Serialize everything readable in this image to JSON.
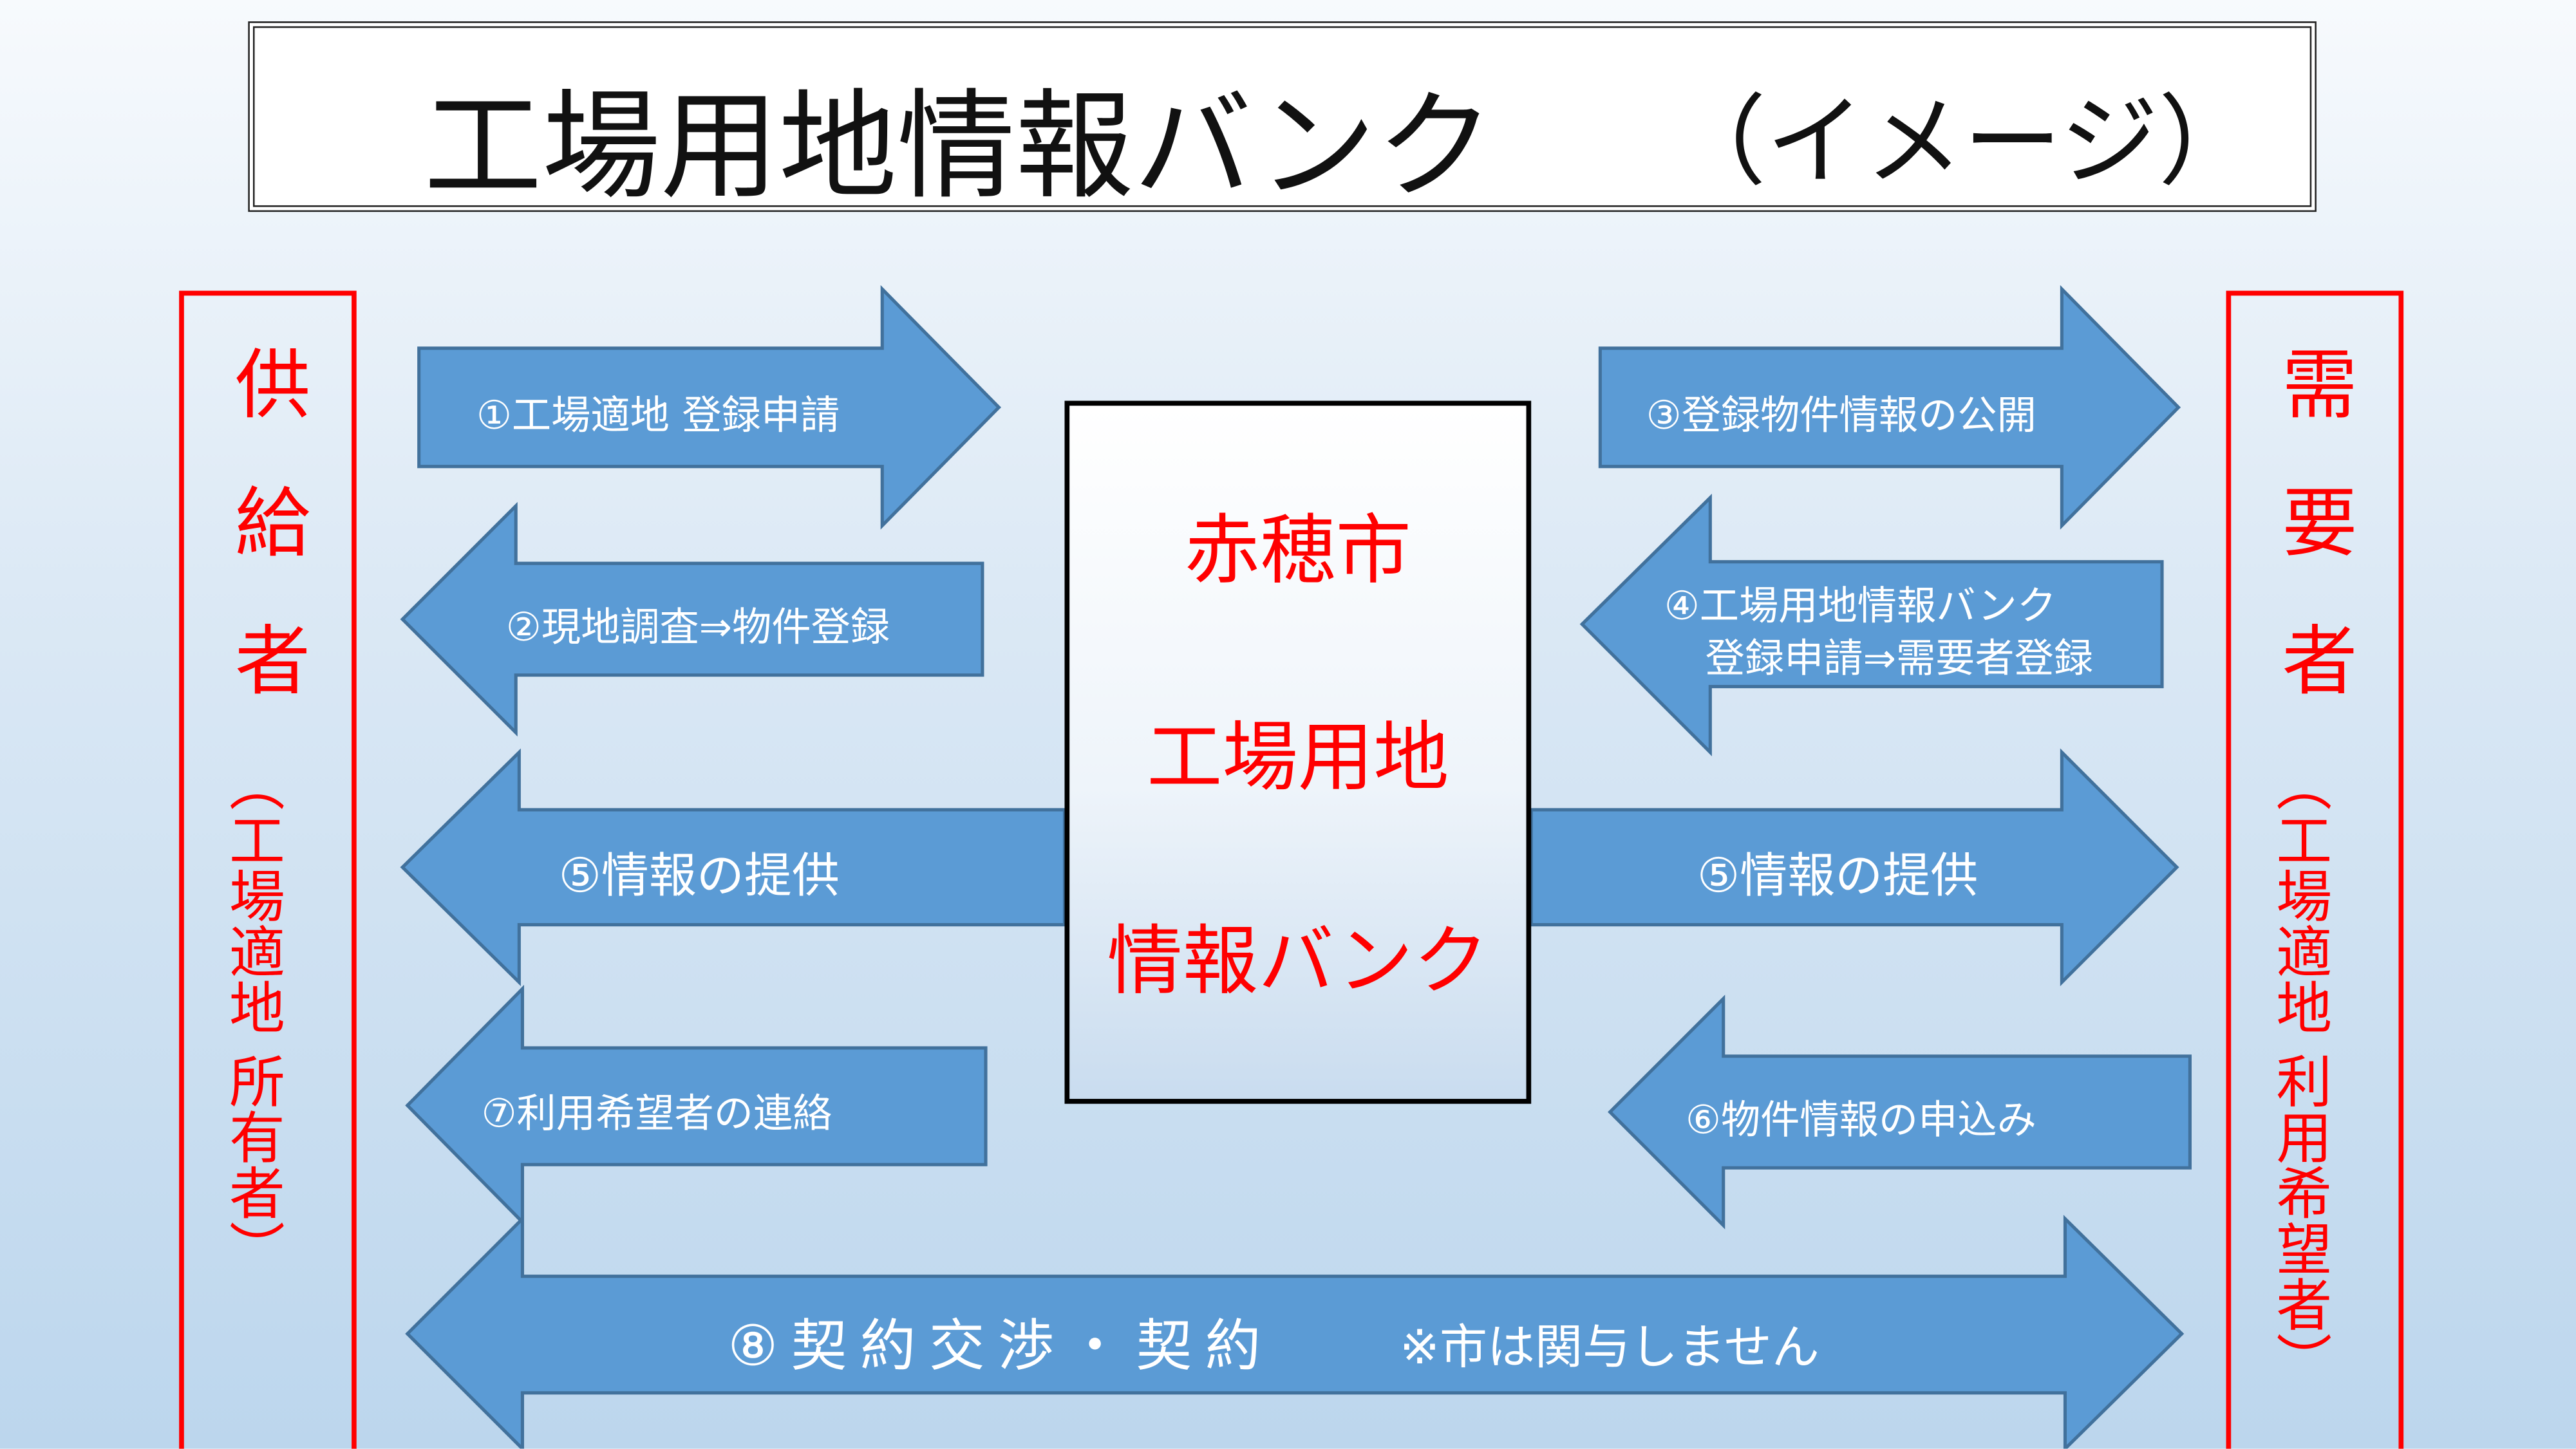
{
  "title": {
    "main": "工場用地情報バンク",
    "sub": "（イメージ）"
  },
  "supplier": {
    "label": "供給者",
    "sub": "（工場適地 所有者）"
  },
  "demander": {
    "label": "需要者",
    "sub": "（工場適地 利用希望者）"
  },
  "center": {
    "line1": "赤穂市",
    "line2": "工場用地",
    "line3": "情報バンク"
  },
  "arrows": {
    "a1": "①工場適地 登録申請",
    "a2": "②現地調査⇒物件登録",
    "a3": "③登録物件情報の公開",
    "a4_line1": "④工場用地情報バンク",
    "a4_line2": "登録申請⇒需要者登録",
    "a5_left": "⑤情報の提供",
    "a5_right": "⑤情報の提供",
    "a6": "⑥物件情報の申込み",
    "a7": "⑦利用希望者の連絡",
    "a8": "⑧契約交渉・契約",
    "a8_note": "※市は関与しません"
  },
  "colors": {
    "arrow": "#5b9bd5",
    "arrow_stroke": "#41719c",
    "accent": "#ff0000"
  }
}
